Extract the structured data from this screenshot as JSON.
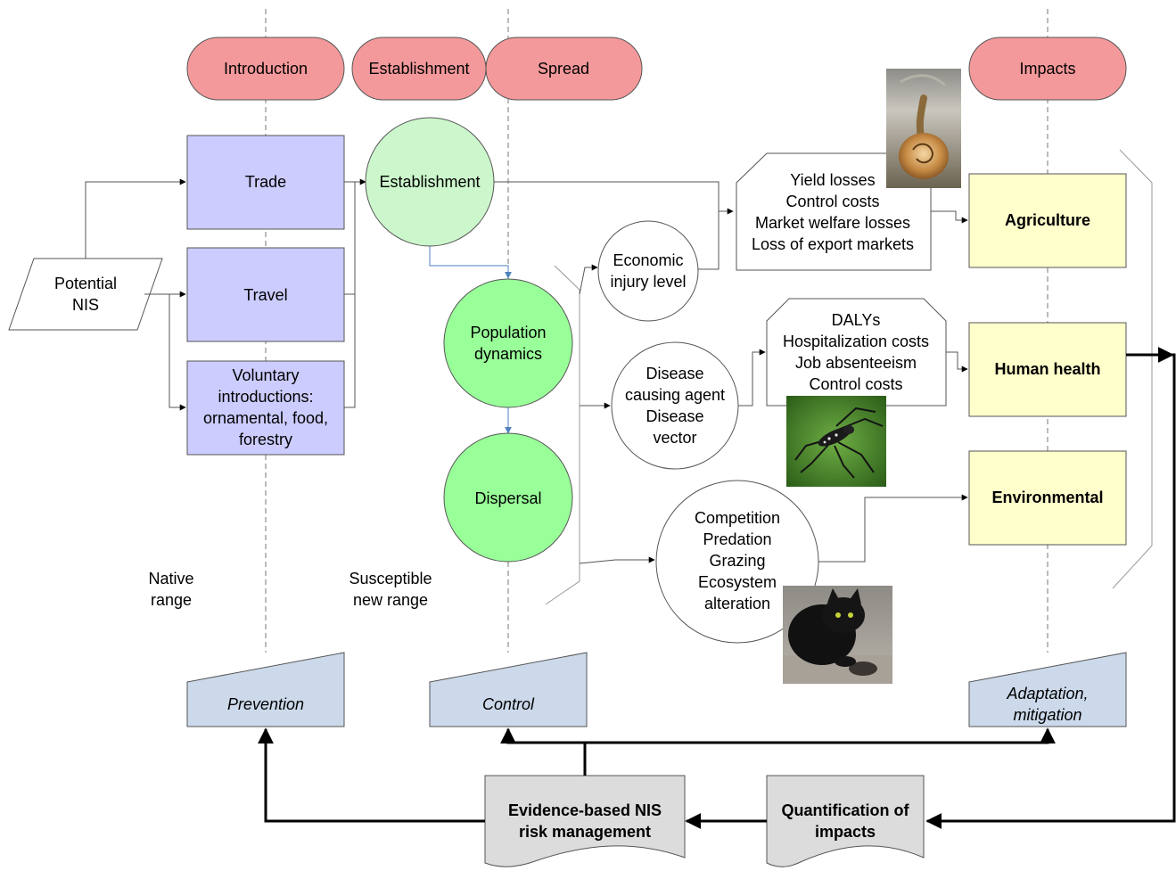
{
  "phases": {
    "introduction": "Introduction",
    "establishment": "Establishment",
    "spread": "Spread",
    "impacts": "Impacts"
  },
  "source": {
    "line1": "Potential",
    "line2": "NIS"
  },
  "pathways": {
    "trade": "Trade",
    "travel": "Travel",
    "voluntary": [
      "Voluntary",
      "introductions:",
      "ornamental, food,",
      "forestry"
    ]
  },
  "process": {
    "establishment": "Establishment",
    "population": [
      "Population",
      "dynamics"
    ],
    "dispersal": "Dispersal"
  },
  "mechanisms": {
    "economic": [
      "Economic",
      "injury level"
    ],
    "disease": [
      "Disease",
      "causing agent",
      "Disease",
      "vector"
    ],
    "ecological": [
      "Competition",
      "Predation",
      "Grazing",
      "Ecosystem",
      "alteration"
    ]
  },
  "costs": {
    "agriculture": [
      "Yield losses",
      "Control costs",
      "Market welfare losses",
      "Loss of export markets"
    ],
    "health": [
      "DALYs",
      "Hospitalization costs",
      "Job absenteeism",
      "Control costs"
    ]
  },
  "impacts": {
    "agriculture": "Agriculture",
    "health": "Human health",
    "environmental": "Environmental"
  },
  "ranges": {
    "native": [
      "Native",
      "range"
    ],
    "new": [
      "Susceptible",
      "new range"
    ]
  },
  "management": {
    "prevention": "Prevention",
    "control": "Control",
    "adaptation": [
      "Adaptation,",
      "mitigation"
    ]
  },
  "bottom": {
    "evidence": [
      "Evidence-based NIS",
      "risk management"
    ],
    "quantification": [
      "Quantification of",
      "impacts"
    ]
  },
  "photos": [
    "snail-photo",
    "mosquito-photo",
    "cat-photo"
  ],
  "colors": {
    "phase": "#f4999b",
    "pathway": "#ccccff",
    "establishment": "#ccf7cc",
    "process": "#99ff99",
    "impact": "#ffffcc",
    "management": "#ccd9eb",
    "document": "#dcdcdc"
  }
}
